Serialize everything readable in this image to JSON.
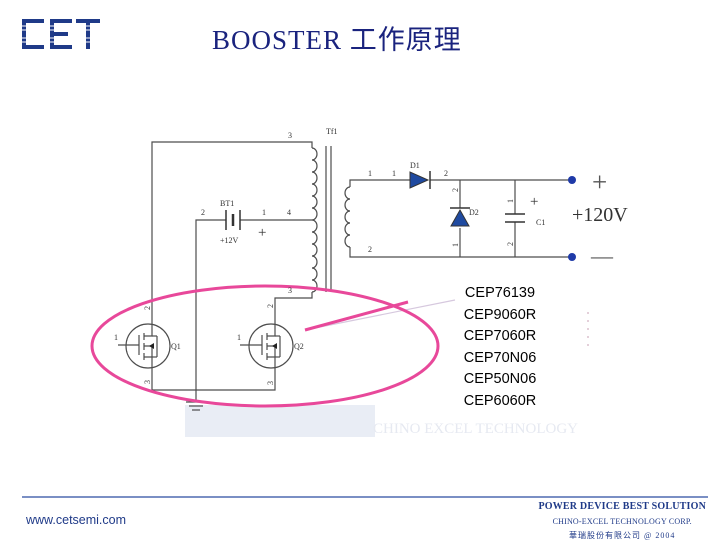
{
  "slide": {
    "title": "BOOSTER 工作原理",
    "logo_text": "CET",
    "website": "www.cetsemi.com",
    "footer": {
      "line1": "POWER DEVICE BEST SOLUTION",
      "line2": "CHINO-EXCEL TECHNOLOGY CORP.",
      "line3": "華瑞股份有限公司 @ 2004"
    },
    "watermark": "CHINO EXCEL TECHNOLOGY"
  },
  "diagram": {
    "transformer_label": "Tf1",
    "battery_label": "BT1",
    "battery_voltage": "+12V",
    "diode1_label": "D1",
    "diode2_label": "D2",
    "capacitor_label": "C1",
    "output_voltage": "+120V",
    "plus_sign": "+",
    "minus_sign": "—",
    "transistor1_label": "Q1",
    "transistor2_label": "Q2",
    "pins": {
      "tf_p1": "3",
      "tf_p2": "4",
      "tf_p3": "3",
      "tf_s1": "1",
      "tf_s2": "2",
      "bt_left": "2",
      "bt_right": "1",
      "d1_left": "1",
      "d1_right": "2",
      "d2_top": "2",
      "d2_bottom": "1",
      "c_top": "1",
      "c_bottom": "2",
      "q1_gate": "1",
      "q1_drain": "2",
      "q1_source": "3",
      "q2_gate": "1",
      "q2_drain": "2",
      "q2_source": "3"
    },
    "part_numbers": [
      "CEP76139",
      "CEP9060R",
      "CEP7060R",
      "CEP70N06",
      "CEP50N06",
      "CEP6060R"
    ]
  }
}
